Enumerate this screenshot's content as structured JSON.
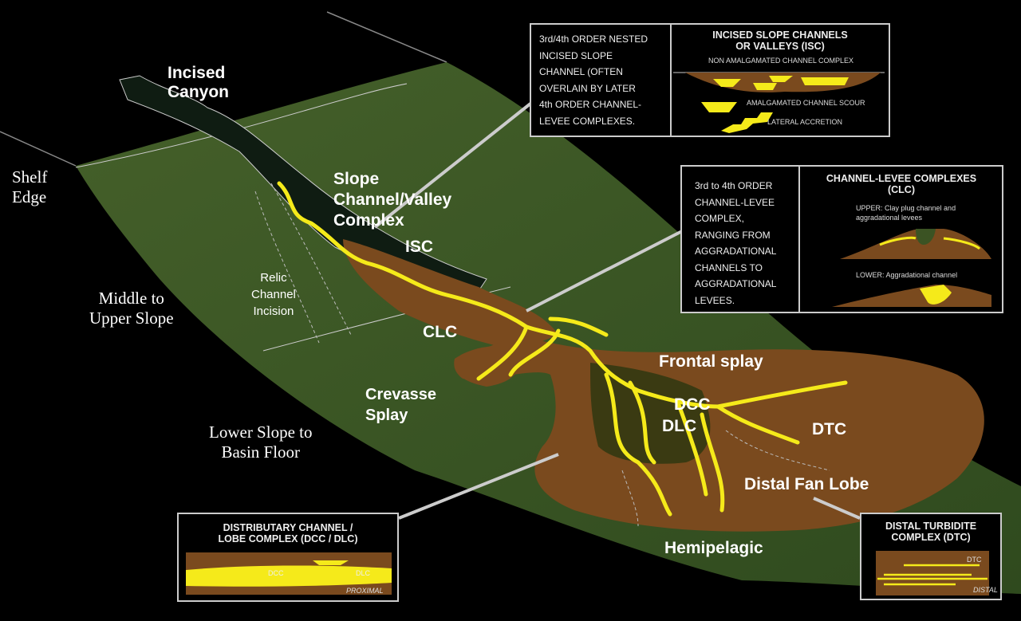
{
  "colors": {
    "background": "#000000",
    "slope": "#3b5323",
    "fan": "#7a4a1e",
    "channel": "#f5ea1a",
    "canyon": "#0e1a10",
    "box_border": "#cccccc"
  },
  "labels": {
    "incised_canyon": "Incised\nCanyon",
    "shelf_edge": "Shelf\nEdge",
    "slope_channel": "Slope\nChannel/Valley\nComplex",
    "isc": "ISC",
    "relic": "Relic\nChannel\nIncision",
    "middle_upper": "Middle to\nUpper Slope",
    "clc": "CLC",
    "crevasse": "Crevasse\nSplay",
    "frontal": "Frontal splay",
    "dcc": "DCC",
    "dlc": "DLC",
    "dtc": "DTC",
    "lower_slope": "Lower Slope to\nBasin Floor",
    "distal_fan": "Distal Fan Lobe",
    "hemipelagic": "Hemipelagic"
  },
  "boxes": {
    "isc": {
      "desc": "3rd/4th ORDER NESTED\nINCISED SLOPE\nCHANNEL (OFTEN\nOVERLAIN BY LATER\n4th ORDER CHANNEL-\nLEVEE COMPLEXES.",
      "title": "INCISED SLOPE CHANNELS\nOR VALLEYS (ISC)",
      "sub": "NON AMALGAMATED CHANNEL COMPLEX",
      "item1": "AMALGAMATED CHANNEL SCOUR",
      "item2": "LATERAL ACCRETION"
    },
    "clc": {
      "desc": "3rd to 4th ORDER\nCHANNEL-LEVEE\nCOMPLEX,\nRANGING FROM\nAGGRADATIONAL\nCHANNELS TO\nAGGRADATIONAL\nLEVEES.",
      "title": "CHANNEL-LEVEE COMPLEXES\n(CLC)",
      "upper": "UPPER: Clay plug channel and\naggradational levees",
      "lower": "LOWER: Aggradational channel"
    },
    "dcc": {
      "title": "DISTRIBUTARY CHANNEL /\nLOBE COMPLEX (DCC / DLC)",
      "dcc": "DCC",
      "dlc": "DLC",
      "proximal": "PROXIMAL"
    },
    "dtc": {
      "title": "DISTAL TURBIDITE\nCOMPLEX (DTC)",
      "dtc": "DTC",
      "distal": "DISTAL"
    }
  }
}
